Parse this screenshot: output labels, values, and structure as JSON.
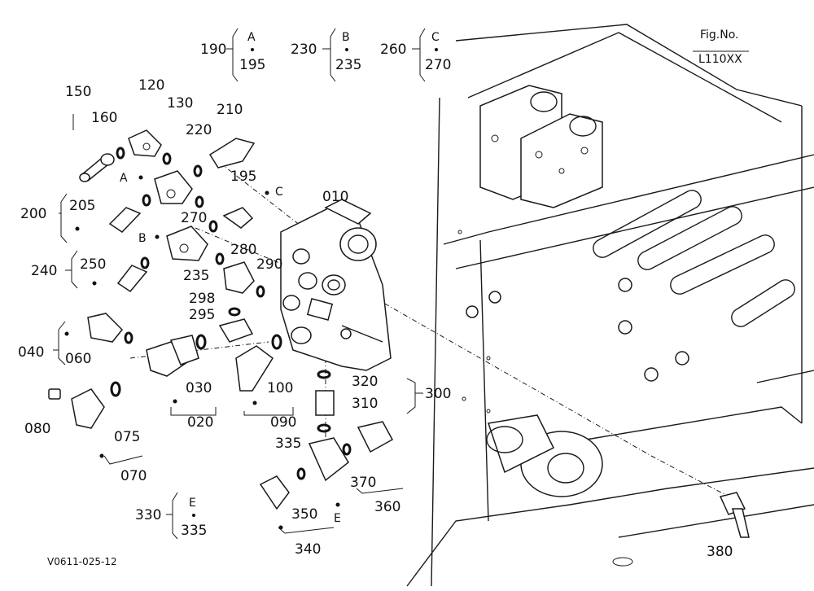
{
  "figure": {
    "fig_label": "Fig.No.",
    "fig_number": "L110XX",
    "code": "V0611-025-12"
  },
  "groups": [
    {
      "id": "A",
      "ref": "190",
      "letter": "A",
      "sub": "195"
    },
    {
      "id": "B",
      "ref": "230",
      "letter": "B",
      "sub": "235"
    },
    {
      "id": "C",
      "ref": "260",
      "letter": "C",
      "sub": "270"
    },
    {
      "id": "E",
      "ref": "330",
      "letter": "E",
      "sub": "335"
    }
  ],
  "callouts": {
    "p150": "150",
    "p160": "160",
    "p120": "120",
    "p130": "130",
    "p210": "210",
    "p220": "220",
    "p195": "195",
    "p200": "200",
    "p205": "205",
    "p270": "270",
    "p010": "010",
    "p240": "240",
    "p250": "250",
    "p235": "235",
    "p280": "280",
    "p290": "290",
    "p298": "298",
    "p295": "295",
    "p040": "040",
    "p060": "060",
    "p030": "030",
    "p100": "100",
    "p320": "320",
    "p310": "310",
    "p300": "300",
    "p080": "080",
    "p075": "075",
    "p020": "020",
    "p090": "090",
    "p335": "335",
    "p070": "070",
    "p370": "370",
    "p360": "360",
    "p350": "350",
    "p340": "340",
    "p380": "380"
  },
  "markers": {
    "A": "A",
    "B": "B",
    "C": "C",
    "E": "E"
  }
}
